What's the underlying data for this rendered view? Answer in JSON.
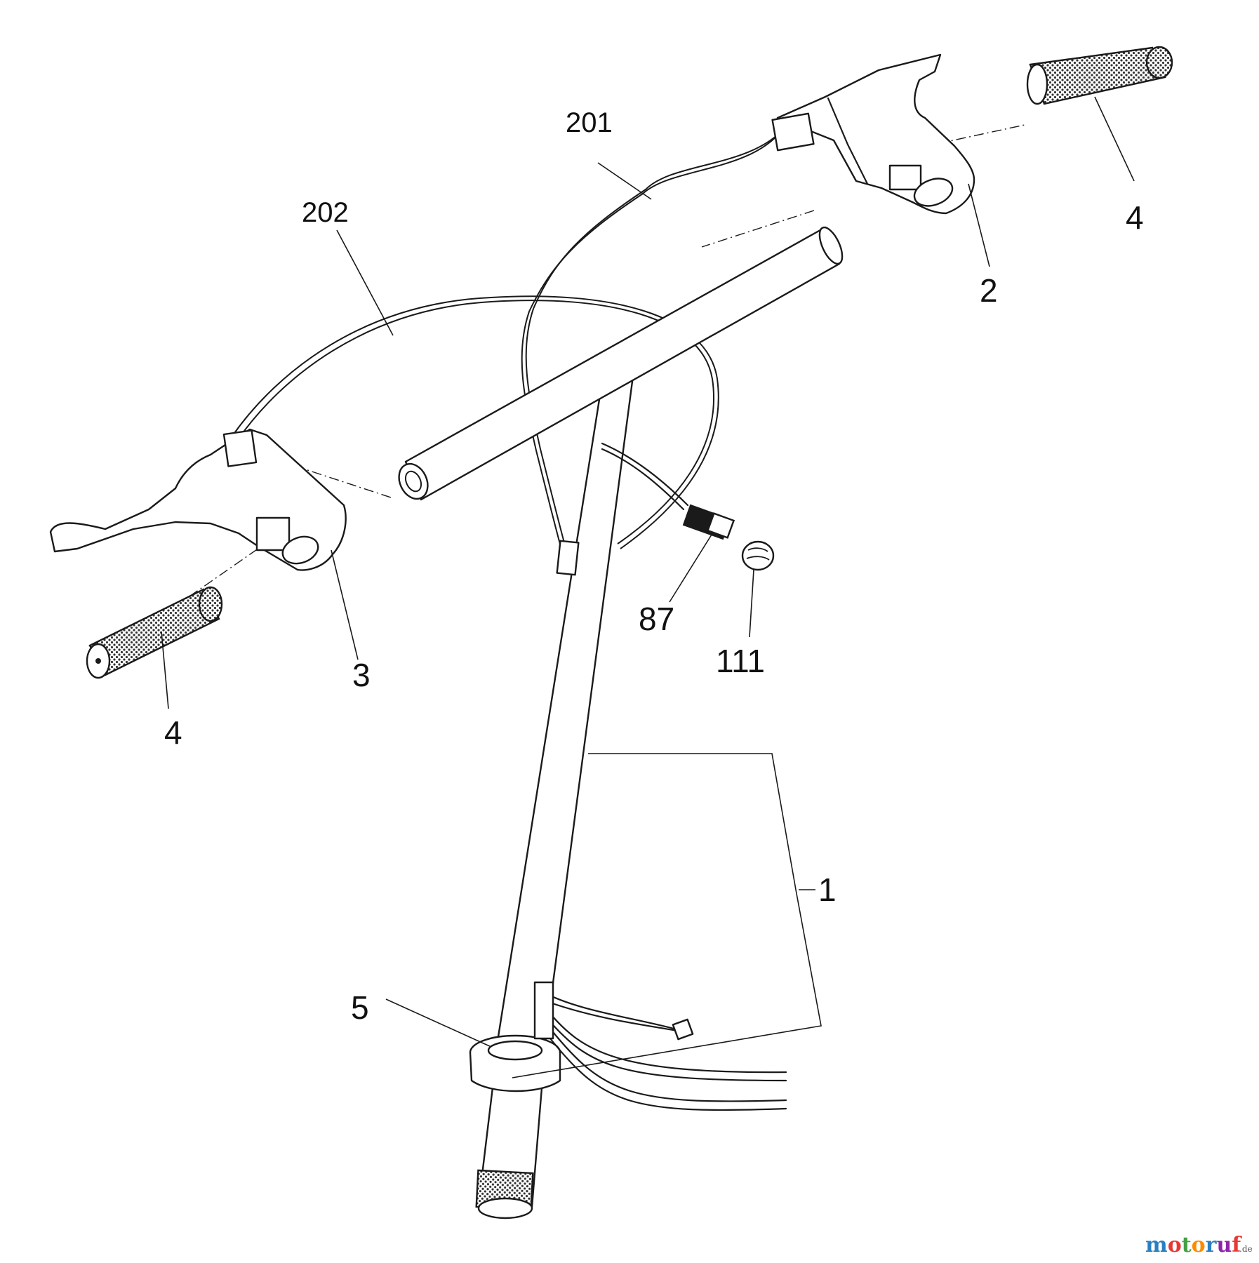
{
  "callouts": {
    "c1": "1",
    "c2": "2",
    "c3": "3",
    "c4_right": "4",
    "c4_left": "4",
    "c5": "5",
    "c87": "87",
    "c111": "111",
    "c201": "201",
    "c202": "202"
  },
  "watermark": {
    "letters": [
      "m",
      "o",
      "t",
      "o",
      "r",
      "u",
      "f"
    ],
    "colors": [
      "#2a7fc1",
      "#e53935",
      "#43a047",
      "#fb8c00",
      "#2a7fc1",
      "#8e24aa",
      "#e53935"
    ],
    "suffix": ".de"
  }
}
